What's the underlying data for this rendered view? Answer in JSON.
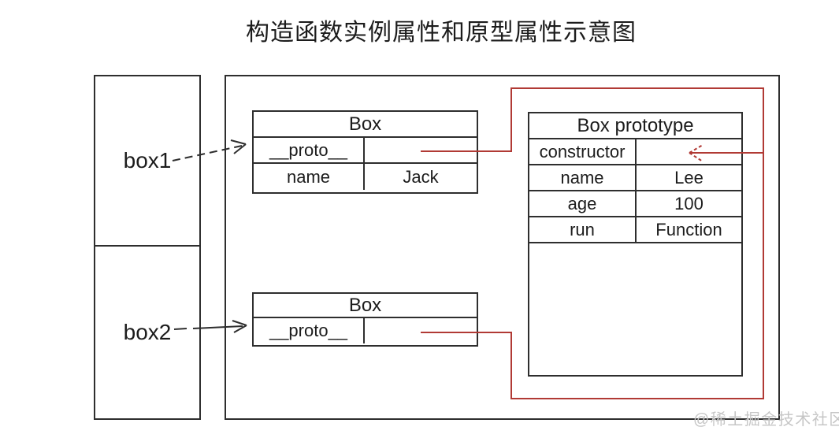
{
  "title": "构造函数实例属性和原型属性示意图",
  "watermark": "@稀土掘金技术社区",
  "colors": {
    "line": "#2e2e2e",
    "red": "#b13a35",
    "text": "#1c1c1c",
    "watermark": "#c6c6c6"
  },
  "stack": {
    "items": [
      {
        "label": "box1"
      },
      {
        "label": "box2"
      }
    ]
  },
  "tables": {
    "box1": {
      "title": "Box",
      "rows": [
        {
          "key": "__proto__",
          "value": ""
        },
        {
          "key": "name",
          "value": "Jack"
        }
      ]
    },
    "box2": {
      "title": "Box",
      "rows": [
        {
          "key": "__proto__",
          "value": ""
        }
      ]
    },
    "prototype": {
      "title": "Box prototype",
      "rows": [
        {
          "key": "constructor",
          "value": ""
        },
        {
          "key": "name",
          "value": "Lee"
        },
        {
          "key": "age",
          "value": "100"
        },
        {
          "key": "run",
          "value": "Function"
        }
      ]
    }
  }
}
